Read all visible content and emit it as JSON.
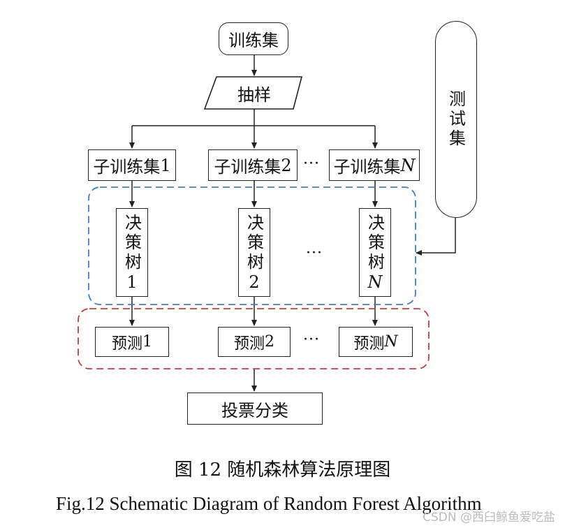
{
  "nodes": {
    "train_set": "训练集",
    "sampling": "抽样",
    "test_set": "测试集",
    "subsets": [
      {
        "prefix": "子训练集",
        "index": "1"
      },
      {
        "prefix": "子训练集",
        "index": "2"
      },
      {
        "prefix": "子训练集",
        "index": "N"
      }
    ],
    "trees": [
      {
        "label": "决策树",
        "index": "1"
      },
      {
        "label": "决策树",
        "index": "2"
      },
      {
        "label": "决策树",
        "index": "N"
      }
    ],
    "predictions": [
      {
        "label": "预测",
        "index": "1"
      },
      {
        "label": "预测",
        "index": "2"
      },
      {
        "label": "预测",
        "index": "N"
      }
    ],
    "ellipsis": "···",
    "vote": "投票分类"
  },
  "caption": {
    "cn": "图 12 随机森林算法原理图",
    "en": "Fig.12 Schematic Diagram of Random Forest Algorithm"
  },
  "watermark": "CSDN @西臼鲸鱼爱吃盐",
  "colors": {
    "line": "#222222",
    "tree_group_dash": "#3a7fd0",
    "prediction_group_dash": "#d03a3a"
  }
}
